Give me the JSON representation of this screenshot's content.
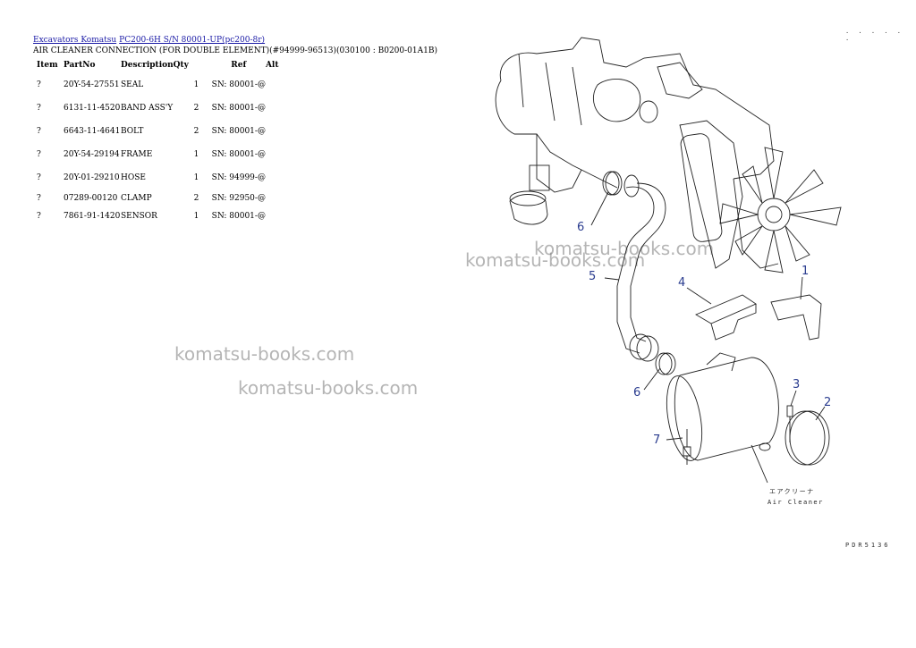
{
  "breadcrumb": {
    "link1": "Excavators Komatsu",
    "link2": "PC200-6H S/N 80001-UP(pc200-8r)"
  },
  "subtitle": "AIR CLEANER CONNECTION (FOR DOUBLE ELEMENT)(#94999-96513)(030100 : B0200-01A1B)",
  "table": {
    "headers": {
      "item": "Item",
      "part_no": "PartNo",
      "description": "Description",
      "qty": "Qty",
      "ref": "Ref",
      "alt": "Alt"
    },
    "rows": [
      {
        "item": "?",
        "part_no": "20Y-54-27551",
        "description": "SEAL",
        "qty": "1",
        "ref": "SN: 80001-@"
      },
      {
        "item": "?",
        "part_no": "6131-11-4520",
        "description": "BAND ASS'Y",
        "qty": "2",
        "ref": "SN: 80001-@"
      },
      {
        "item": "?",
        "part_no": "6643-11-4641",
        "description": "BOLT",
        "qty": "2",
        "ref": "SN: 80001-@"
      },
      {
        "item": "?",
        "part_no": "20Y-54-29194",
        "description": "FRAME",
        "qty": "1",
        "ref": "SN: 80001-@"
      },
      {
        "item": "?",
        "part_no": "20Y-01-29210",
        "description": "HOSE",
        "qty": "1",
        "ref": "SN: 94999-@"
      },
      {
        "item": "?",
        "part_no": "07289-00120",
        "description": "CLAMP",
        "qty": "2",
        "ref": "SN: 92950-@"
      },
      {
        "item": "?",
        "part_no": "7861-91-1420",
        "description": "SENSOR",
        "qty": "1",
        "ref": "SN: 80001-@"
      }
    ]
  },
  "watermarks": [
    "komatsu-books.com",
    "komatsu-books.com",
    "komatsu-books.com",
    "komatsu-books.com"
  ],
  "diagram": {
    "callouts": [
      "1",
      "2",
      "3",
      "4",
      "5",
      "6",
      "6",
      "7"
    ],
    "label_jp": "エアクリーナ",
    "label_en": "Air Cleaner"
  },
  "corner_code": "· · · · · ·",
  "drawing_code": "PDR5136"
}
